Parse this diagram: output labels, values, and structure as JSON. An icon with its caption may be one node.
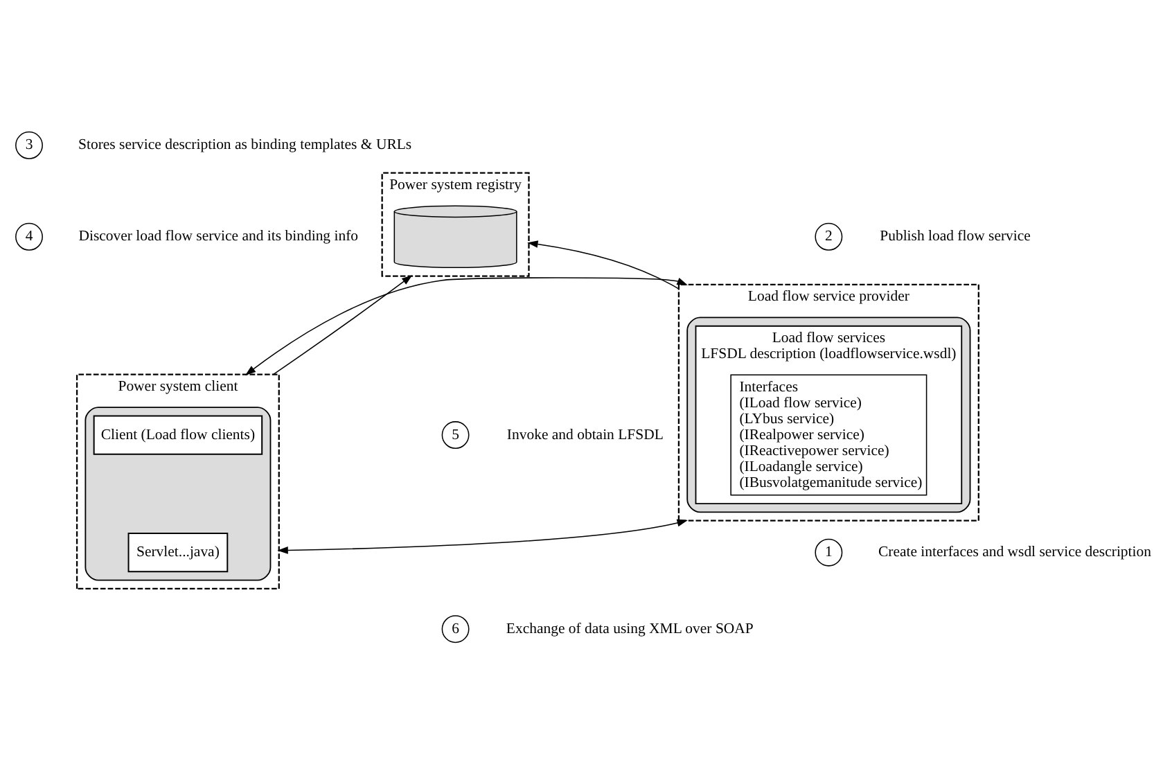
{
  "diagram": {
    "nodes": [
      {
        "text": [
          "Power system registry"
        ]
      },
      {
        "text": [],
        "shape": "cylinder",
        "in": 0
      },
      {
        "text": [
          "Load flow service provider"
        ]
      },
      {
        "text": [],
        "shape": "cylinder",
        "in": 2
      },
      {
        "text": [
          "Load flow services",
          "LFSDL description (loadflowservice.wsdl)"
        ],
        "in": 3
      },
      {
        "text": [
          "Interfaces",
          "(ILoad flow service)",
          "(LYbus service)",
          "(IRealpower service)",
          "(IReactivepower service)",
          "(ILoadangle service)",
          "(IBusvolatgemanitude service)"
        ],
        "in": 4
      },
      {
        "text": [
          "Power system client"
        ]
      },
      {
        "text": [],
        "shape": "cylinder",
        "in": 6
      },
      {
        "text": [
          "Client (Load flow clients)"
        ],
        "in": 7
      },
      {
        "text": [
          "Servlet...java)"
        ],
        "in": 7
      },
      {
        "text": [
          "2"
        ],
        "beside": [
          "Publish load flow service"
        ]
      },
      {
        "text": [
          "3"
        ],
        "beside": [
          "Stores service description as binding templates & URLs"
        ]
      },
      {
        "text": [
          "4"
        ],
        "beside": [
          "Discover load flow service and its binding info"
        ]
      },
      {
        "text": [
          "5"
        ],
        "beside": [
          "Invoke and obtain LFSDL"
        ]
      },
      {
        "text": [
          "6"
        ],
        "beside": [
          "Exchange of data using XML over SOAP"
        ]
      },
      {
        "text": [
          "1"
        ],
        "beside": [
          "Create interfaces and wsdl service description"
        ]
      }
    ],
    "edges": [
      {
        "from": 6,
        "to": 0,
        "arrow": "to"
      },
      {
        "from": 2,
        "to": 0,
        "arrow": "to"
      },
      {
        "from": 6,
        "to": 2,
        "arrow": "both"
      },
      {
        "from": 6,
        "to": 2,
        "arrow": "both"
      }
    ]
  }
}
